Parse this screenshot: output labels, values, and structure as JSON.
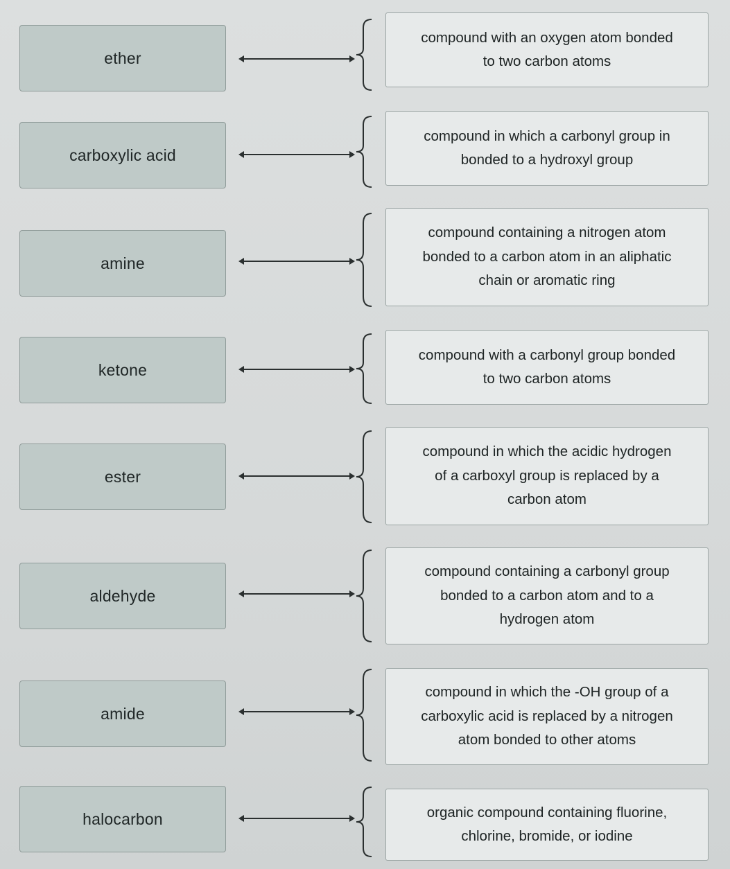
{
  "terms": [
    {
      "label": "ether"
    },
    {
      "label": "carboxylic acid"
    },
    {
      "label": "amine"
    },
    {
      "label": "ketone"
    },
    {
      "label": "ester"
    },
    {
      "label": "aldehyde"
    },
    {
      "label": "amide"
    },
    {
      "label": "halocarbon"
    }
  ],
  "definitions": [
    {
      "lines": [
        "compound with an oxygen atom bonded",
        "to two carbon atoms"
      ]
    },
    {
      "lines": [
        "compound in which a carbonyl group in",
        "bonded to a hydroxyl group"
      ]
    },
    {
      "lines": [
        "compound containing a nitrogen atom",
        "bonded to a carbon atom in an aliphatic",
        "chain or aromatic ring"
      ]
    },
    {
      "lines": [
        "compound with a carbonyl group bonded",
        "to two carbon atoms"
      ]
    },
    {
      "lines": [
        "compound in which the acidic hydrogen",
        "of a carboxyl group is replaced by a",
        "carbon atom"
      ]
    },
    {
      "lines": [
        "compound containing a carbonyl group",
        "bonded to a carbon atom and to a",
        "hydrogen atom"
      ]
    },
    {
      "lines": [
        "compound in which the -OH group of a",
        "carboxylic acid is replaced by a nitrogen",
        "atom bonded to other atoms"
      ]
    },
    {
      "lines": [
        "organic compound containing fluorine,",
        "chlorine, bromide, or iodine"
      ]
    }
  ]
}
